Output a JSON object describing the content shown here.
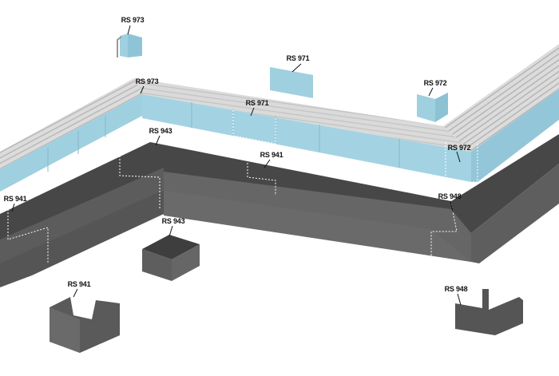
{
  "colors": {
    "grate": "#d6d6d6",
    "blue": "#9fd0e0",
    "blue_dark": "#7fb8cc",
    "concrete": "#5a5a5a",
    "concrete_dark": "#3e3e3e",
    "concrete_light": "#6e6e6e"
  },
  "labels": {
    "rs973_loose": "RS 973",
    "rs973": "RS 973",
    "rs971_loose": "RS 971",
    "rs971": "RS 971",
    "rs972_loose": "RS 972",
    "rs972": "RS 972",
    "rs943": "RS 943",
    "rs941": "RS 941",
    "rs941_left": "RS 941",
    "rs948": "RS 948",
    "rs943_loose": "RS 943",
    "rs941_loose": "RS 941",
    "rs948_loose": "RS 948"
  }
}
